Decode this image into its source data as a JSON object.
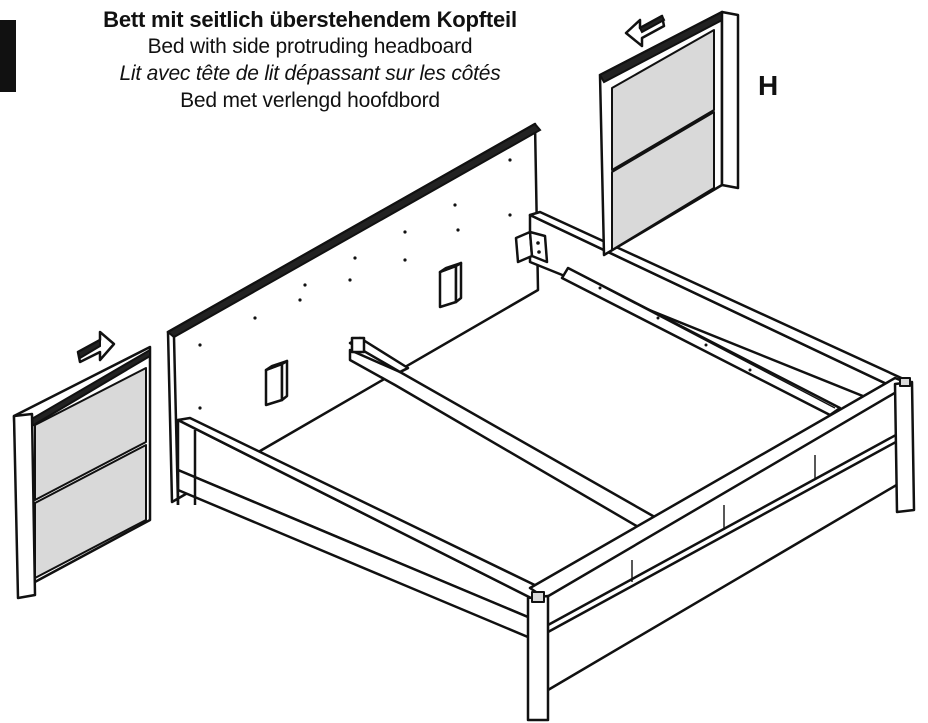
{
  "captions": {
    "de": "Bett mit seitlich überstehendem Kopfteil",
    "en": "Bed with side protruding headboard",
    "fr": "Lit avec tête de lit dépassant sur les côtés",
    "nl": "Bed met verlengd hoofdbord"
  },
  "part_label": "H",
  "colors": {
    "line": "#111111",
    "panel_fill": "#d9d9d9",
    "background": "#ffffff"
  },
  "icons": [
    "arrow-left-icon",
    "arrow-right-icon"
  ]
}
